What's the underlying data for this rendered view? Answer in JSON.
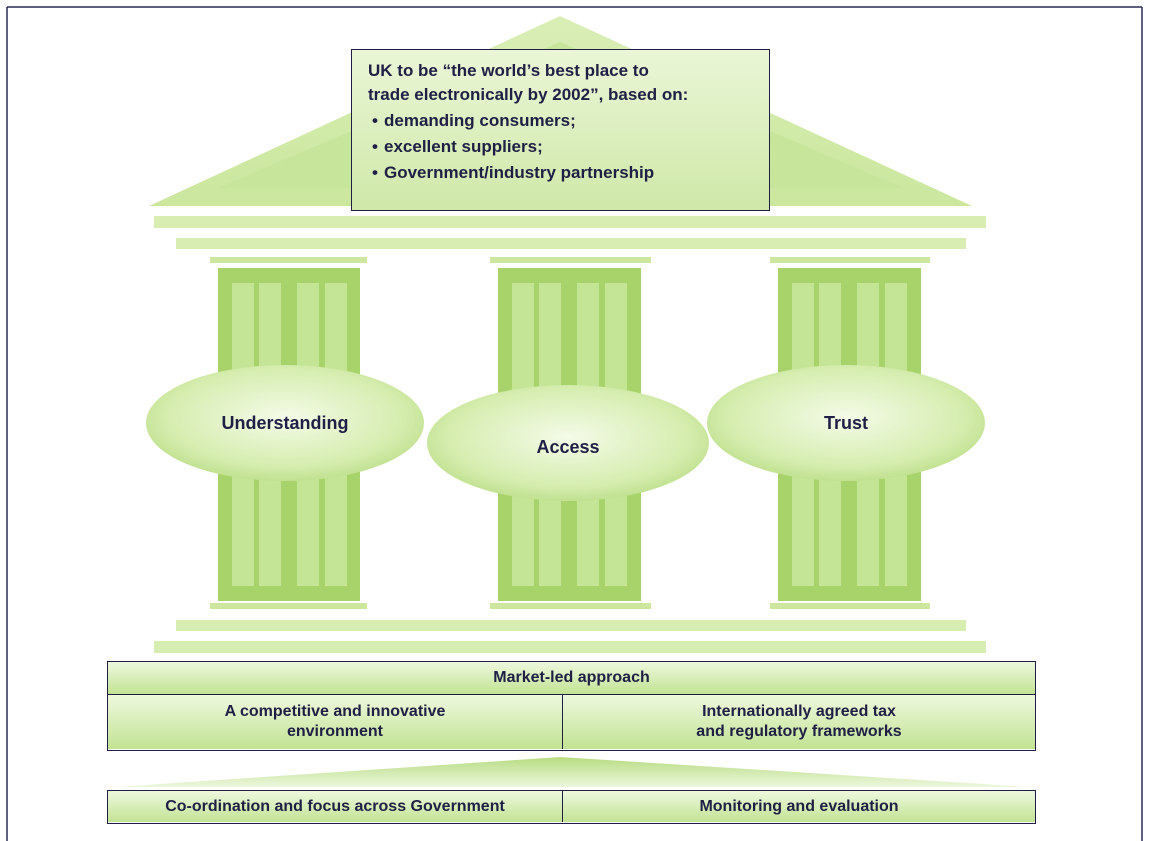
{
  "headline": {
    "lead_line1": "UK to be “the world’s best place to",
    "lead_line2": "trade electronically by 2002”, based on:",
    "bullets": [
      "demanding consumers;",
      "excellent suppliers;",
      "Government/industry partnership"
    ]
  },
  "pillars": {
    "understanding": "Understanding",
    "access": "Access",
    "trust": "Trust"
  },
  "foundation": {
    "header": "Market-led approach",
    "left_line1": "A competitive and innovative",
    "left_line2": "environment",
    "right_line1": "Internationally agreed tax",
    "right_line2": "and regulatory frameworks"
  },
  "base": {
    "left": "Co-ordination and focus across Government",
    "right": "Monitoring and evaluation"
  },
  "colors": {
    "pillar_green": "#b5db7e",
    "light_green": "#e3f2c8",
    "text_navy": "#1f1f45",
    "frame_line": "#2a2a55"
  }
}
